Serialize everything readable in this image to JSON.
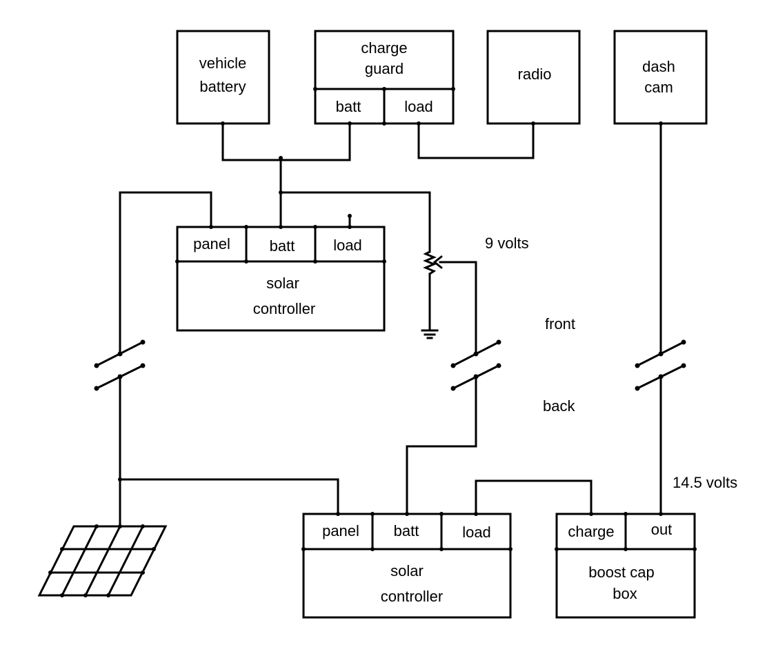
{
  "diagram": {
    "title": "",
    "components": {
      "vehicle_battery": {
        "line1": "vehicle",
        "line2": "battery"
      },
      "charge_guard": {
        "line1": "charge",
        "line2": "guard",
        "port_batt": "batt",
        "port_load": "load"
      },
      "radio": {
        "label": "radio"
      },
      "dash_cam": {
        "line1": "dash",
        "line2": "cam"
      },
      "solar_controller_front": {
        "port_panel": "panel",
        "port_batt": "batt",
        "port_load": "load",
        "line1": "solar",
        "line2": "controller"
      },
      "solar_controller_back": {
        "port_panel": "panel",
        "port_batt": "batt",
        "port_load": "load",
        "line1": "solar",
        "line2": "controller"
      },
      "boost_cap_box": {
        "port_charge": "charge",
        "port_out": "out",
        "line1": "boost cap",
        "line2": "box"
      }
    },
    "annotations": {
      "nine_volts": "9 volts",
      "front": "front",
      "back": "back",
      "fourteen_volts": "14.5 volts"
    },
    "symbols": [
      "potentiometer",
      "ground",
      "connector-left",
      "connector-middle",
      "connector-right",
      "solar-panel"
    ],
    "colors": {
      "line": "#000000",
      "background": "#ffffff"
    }
  }
}
